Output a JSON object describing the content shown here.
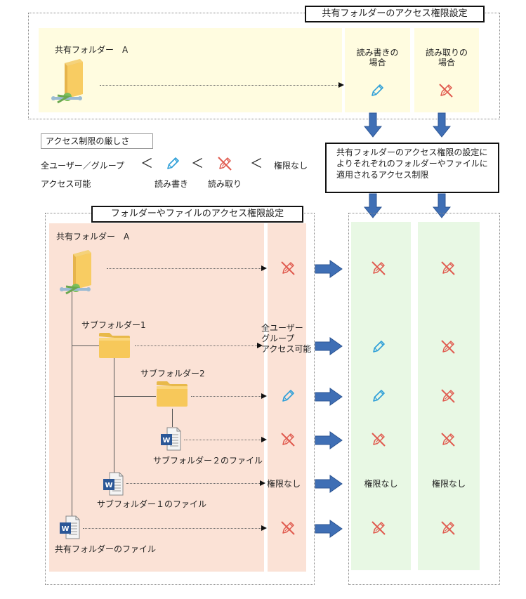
{
  "top": {
    "title": "共有フォルダーのアクセス権限設定",
    "folder_label": "共有フォルダー　A",
    "col_rw": "読み書きの\n場合",
    "col_ro": "読み取りの\n場合"
  },
  "legend": {
    "title": "アクセス制限の厳しさ",
    "all_users": "全ユーザー／グループ",
    "access_ok": "アクセス可能",
    "lt": "＜",
    "rw": "読み書き",
    "ro": "読み取り",
    "none": "権限なし"
  },
  "result_box": {
    "text": "共有フォルダーのアクセス権限の設定によりそれぞれのフォルダーやファイルに適用されるアクセス制限"
  },
  "bottom": {
    "title": "フォルダーやファイルのアクセス権限設定",
    "share_label": "共有フォルダー　A",
    "sub1": "サブフォルダー1",
    "sub2": "サブフォルダー2",
    "file_sub2": "サブフォルダー２のファイル",
    "file_sub1": "サブフォルダー１のファイル",
    "file_share": "共有フォルダーのファイル",
    "allusers_setting": "全ユーザー\nグループ\nアクセス可能",
    "none_label": "権限なし"
  },
  "rows": [
    {
      "setting": "read",
      "rw": "read",
      "ro": "read"
    },
    {
      "setting": "all",
      "rw": "write",
      "ro": "read"
    },
    {
      "setting": "write",
      "rw": "write",
      "ro": "read"
    },
    {
      "setting": "read",
      "rw": "read",
      "ro": "read"
    },
    {
      "setting": "none",
      "rw": "none",
      "ro": "none"
    },
    {
      "setting": "read",
      "rw": "read",
      "ro": "read"
    }
  ],
  "icons": {
    "write": "pencil-icon",
    "read": "pencil-crossed-icon",
    "folder": "folder-icon",
    "shared_folder": "shared-folder-icon",
    "word": "word-document-icon",
    "arrow_down": "arrow-down-icon",
    "arrow_right": "arrow-right-icon"
  },
  "colors": {
    "arrow": "#3f6fb5",
    "write_icon": "#2e9fd8",
    "read_icon": "#e05a4e",
    "panel_top": "#fffce0",
    "panel_setting": "#fbe2d6",
    "panel_result": "#e8f8e4"
  }
}
